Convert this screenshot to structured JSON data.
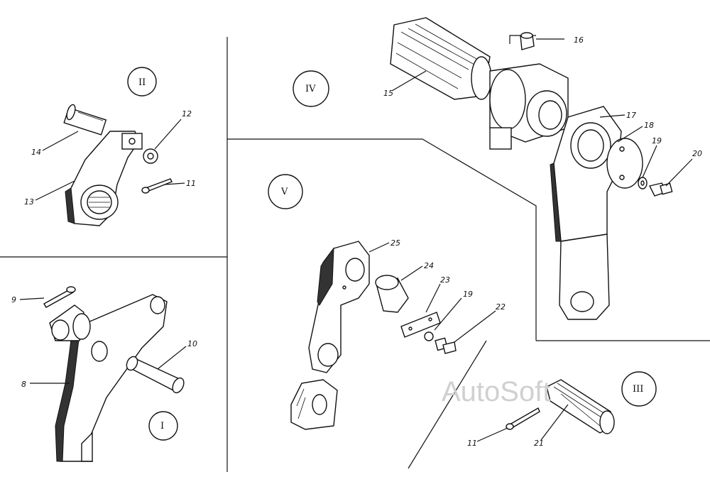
{
  "watermark": "AutoSoft",
  "section_labels": {
    "I": "I",
    "II": "II",
    "III": "III",
    "IV": "IV",
    "V": "V"
  },
  "callouts": {
    "c8": "8",
    "c9": "9",
    "c10": "10",
    "c11a": "11",
    "c11b": "11",
    "c12": "12",
    "c13": "13",
    "c14": "14",
    "c15": "15",
    "c16": "16",
    "c17": "17",
    "c18": "18",
    "c19a": "19",
    "c19b": "19",
    "c20": "20",
    "c21": "21",
    "c22": "22",
    "c23": "23",
    "c24": "24",
    "c25": "25"
  }
}
